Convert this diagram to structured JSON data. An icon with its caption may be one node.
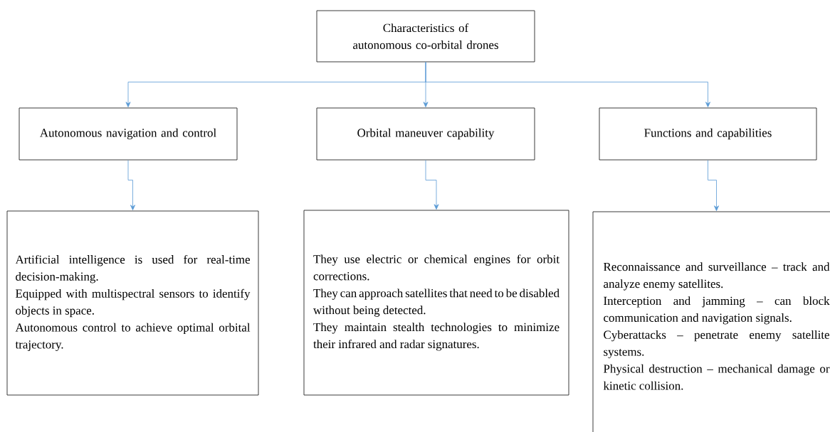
{
  "diagram": {
    "nodes": [
      {
        "text": [
          "Characteristics of autonomous co-orbital drones"
        ]
      },
      {
        "text": [
          "Autonomous navigation and control"
        ]
      },
      {
        "text": [
          "Orbital maneuver capability"
        ]
      },
      {
        "text": [
          "Functions and capabilities"
        ]
      },
      {
        "text": [
          "Artificial intelligence is used for real-time decision-making.",
          "Equipped with multispectral sensors to identify objects in space.",
          "Autonomous control to achieve optimal orbital trajectory."
        ]
      },
      {
        "text": [
          "They use electric or chemical engines for orbit corrections.",
          "They can approach satellites that need to be disabled without being detected.",
          "They maintain stealth technologies to minimize their infrared and radar signatures."
        ]
      },
      {
        "text": [
          "Reconnaissance and surveillance – track and analyze enemy satellites.",
          "Interception and jamming – can block communication and navigation signals.",
          "Cyberattacks – penetrate enemy satellite systems.",
          "Physical destruction – mechanical damage or kinetic collision."
        ]
      }
    ],
    "edges": [
      {
        "from": 0,
        "to": 1,
        "arrow": "to"
      },
      {
        "from": 0,
        "to": 2,
        "arrow": "to"
      },
      {
        "from": 0,
        "to": 3,
        "arrow": "to"
      },
      {
        "from": 1,
        "to": 4,
        "arrow": "to"
      },
      {
        "from": 2,
        "to": 5,
        "arrow": "to"
      },
      {
        "from": 3,
        "to": 6,
        "arrow": "to"
      }
    ]
  }
}
